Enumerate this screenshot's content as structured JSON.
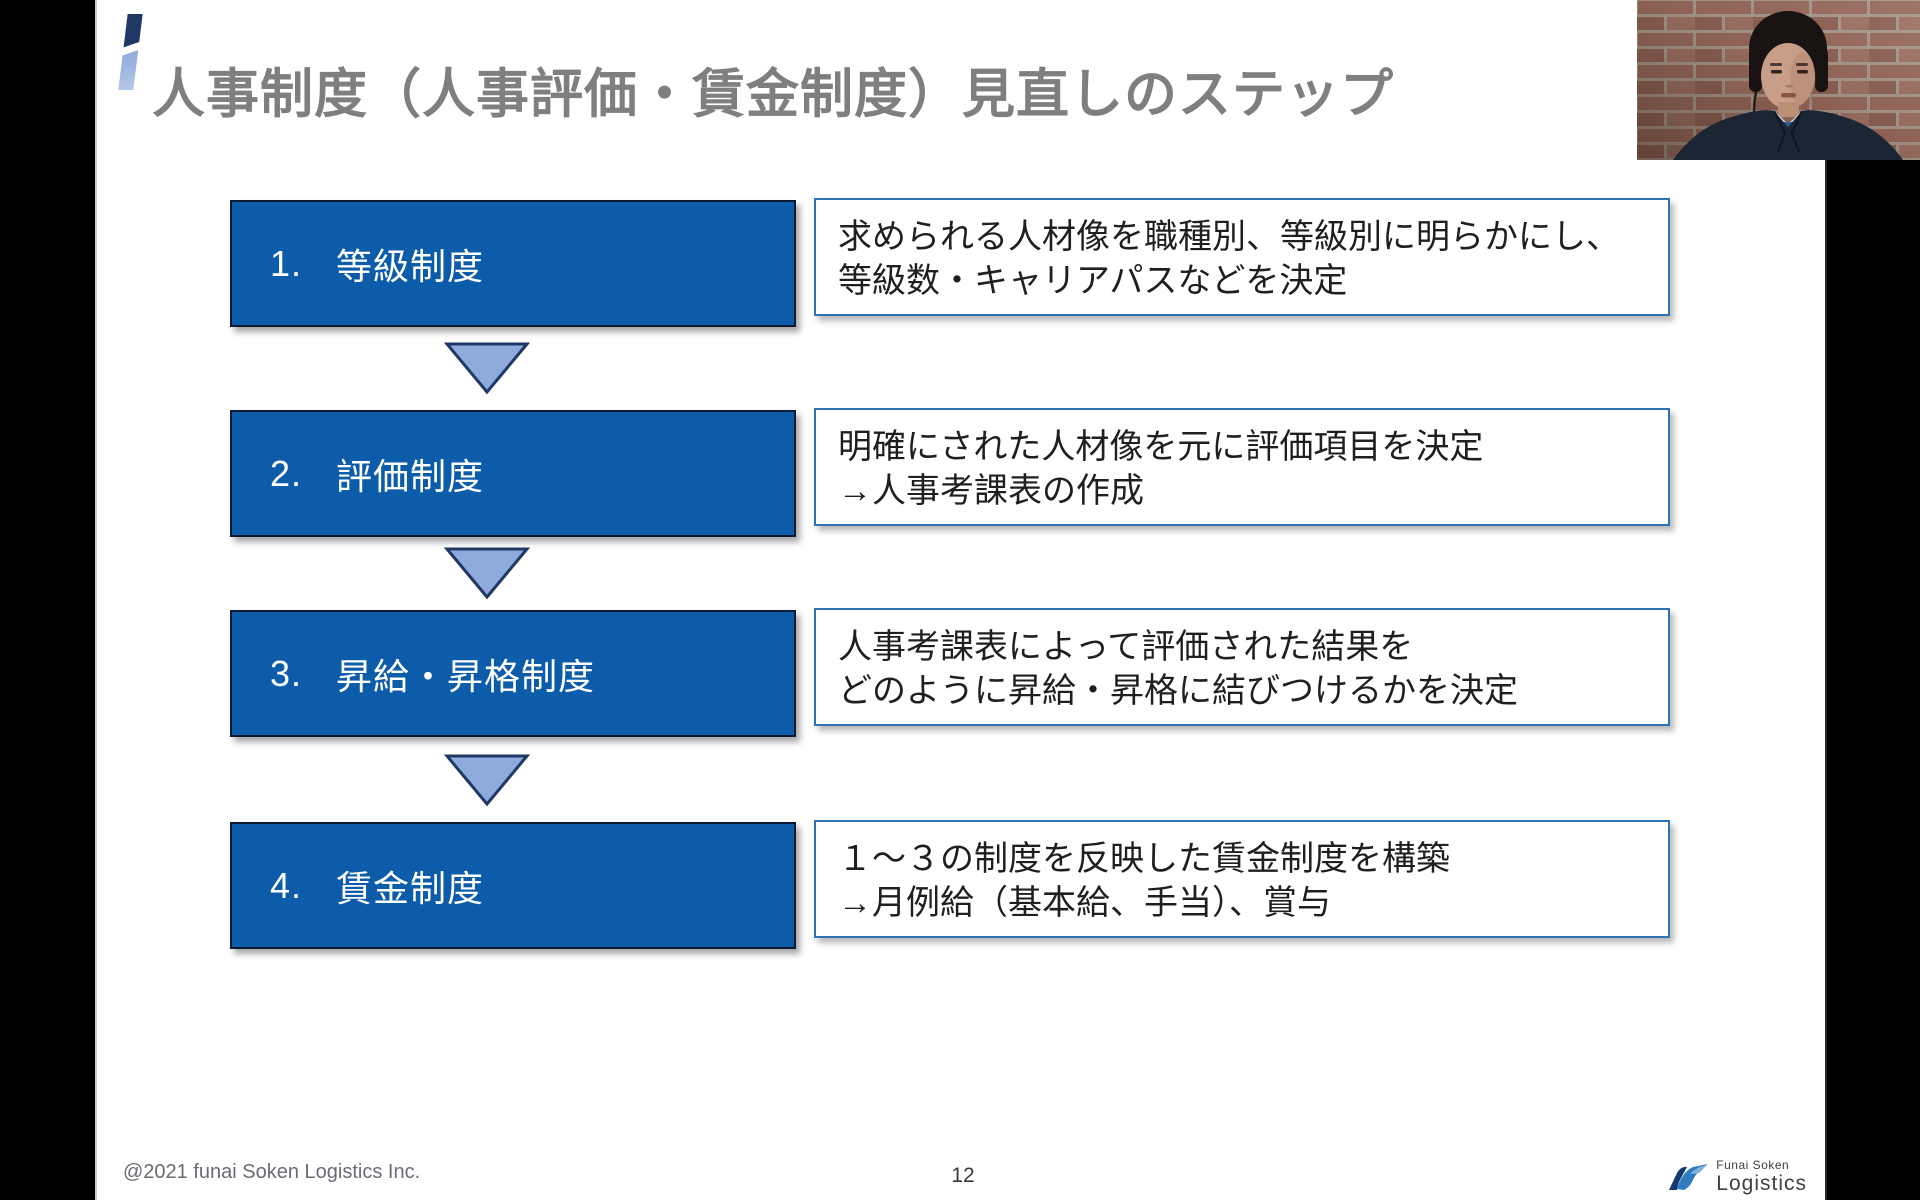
{
  "slide": {
    "title": "人事制度（人事評価・賃金制度）見直しのステップ",
    "steps": [
      {
        "number": "1.",
        "label": "等級制度",
        "desc1": "求められる人材像を職種別、等級別に明らかにし、",
        "desc2": "等級数・キャリアパスなどを決定"
      },
      {
        "number": "2.",
        "label": "評価制度",
        "desc1": "明確にされた人材像を元に評価項目を決定",
        "desc2": "→人事考課表の作成"
      },
      {
        "number": "3.",
        "label": "昇給・昇格制度",
        "desc1": "人事考課表によって評価された結果を",
        "desc2": "どのように昇給・昇格に結びつけるかを決定"
      },
      {
        "number": "4.",
        "label": "賃金制度",
        "desc1": "１～３の制度を反映した賃金制度を構築",
        "desc2": "→月例給（基本給、手当）、賞与"
      }
    ],
    "footer": {
      "copyright": "@2021 funai Soken Logistics Inc.",
      "page_number": "12"
    },
    "logo": {
      "name_top": "Funai Soken",
      "name_bottom": "Logistics"
    }
  },
  "icons": {
    "flow_arrow": "down-triangle",
    "title_accent": "two-tone-slash-bar",
    "logo_mark": "blue-wave"
  },
  "colors": {
    "step_box_fill": "#0D5CA9",
    "step_box_border": "#0A1A33",
    "desc_box_border": "#2E74B5",
    "arrow_fill": "#8FAADC",
    "arrow_border": "#1F3864",
    "title_text": "#7F7F7F",
    "accent_dark": "#1F3864",
    "accent_light": "#8FAADC",
    "letterbox": "#000000",
    "slide_background": "#FFFFFF"
  }
}
